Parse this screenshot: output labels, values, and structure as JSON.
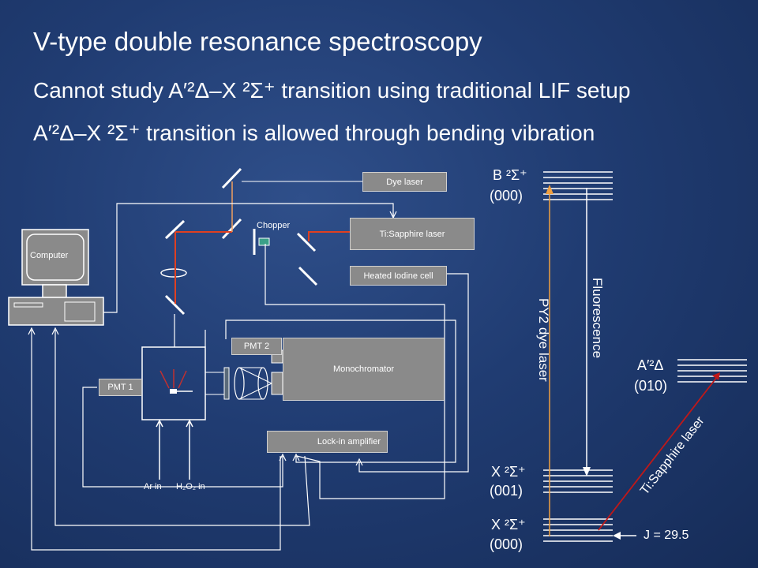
{
  "slide": {
    "title": "V-type double resonance spectroscopy",
    "line1": "Cannot study A′²Δ–X ²Σ⁺ transition using traditional LIF setup",
    "line2": "A′²Δ–X ²Σ⁺ transition is allowed through bending vibration"
  },
  "apparatus": {
    "dye_laser": "Dye laser",
    "ti_sapphire_laser": "Ti:Sapphire laser",
    "heated_iodine_cell": "Heated Iodine cell",
    "chopper": "Chopper",
    "computer": "Computer",
    "pmt1": "PMT 1",
    "pmt2": "PMT 2",
    "monochromator": "Monochromator",
    "lockin": "Lock-in amplifier",
    "ar_in": "Ar in",
    "h2o2_in": "H₂O₂ in"
  },
  "energy_levels": {
    "b_state": "B ²Σ⁺",
    "b_vib": "(000)",
    "a_state": "A′²Δ",
    "a_vib": "(010)",
    "x1_state": "X ²Σ⁺",
    "x1_vib": "(001)",
    "x0_state": "X ²Σ⁺",
    "x0_vib": "(000)",
    "py2": "PY2 dye laser",
    "fluorescence": "Fluorescence",
    "ti_arrow": "Ti:Sapphire laser",
    "j_label": "J = 29.5"
  },
  "colors": {
    "laser_beam": "#e04020",
    "py2_arrow": "#f0a040",
    "ti_arrow": "#c01818",
    "lines": "#ffffff"
  }
}
